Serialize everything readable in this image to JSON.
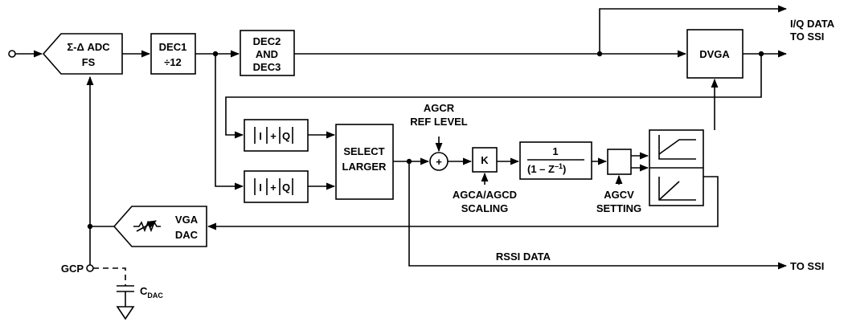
{
  "blocks": {
    "adc": {
      "line1": "Σ-Δ ADC",
      "line2": "FS"
    },
    "dec1": {
      "line1": "DEC1",
      "line2": "÷12"
    },
    "dec23": {
      "line1": "DEC2",
      "line2": "AND",
      "line3": "DEC3"
    },
    "dvga": {
      "label": "DVGA"
    },
    "iq_top": {
      "i": "I",
      "plus": "+",
      "q": "Q"
    },
    "iq_bottom": {
      "i": "I",
      "plus": "+",
      "q": "Q"
    },
    "select": {
      "line1": "SELECT",
      "line2": "LARGER"
    },
    "k": {
      "label": "K"
    },
    "integrator": {
      "numerator": "1",
      "denominator": "(1 – Z",
      "exponent": "–1",
      "close": ")"
    },
    "vga_dac": {
      "line1": "VGA",
      "line2": "DAC"
    },
    "summer": {
      "symbol": "+"
    }
  },
  "labels": {
    "iq_data": {
      "line1": "I/Q DATA",
      "line2": "TO SSI"
    },
    "agcr": {
      "line1": "AGCR",
      "line2": "REF LEVEL"
    },
    "agca": {
      "line1": "AGCA/AGCD",
      "line2": "SCALING"
    },
    "agcv": {
      "line1": "AGCV",
      "line2": "SETTING"
    },
    "rssi": "RSSI DATA",
    "to_ssi": "TO SSI",
    "gcp": "GCP",
    "cdac": {
      "main": "C",
      "sub": "DAC"
    }
  }
}
